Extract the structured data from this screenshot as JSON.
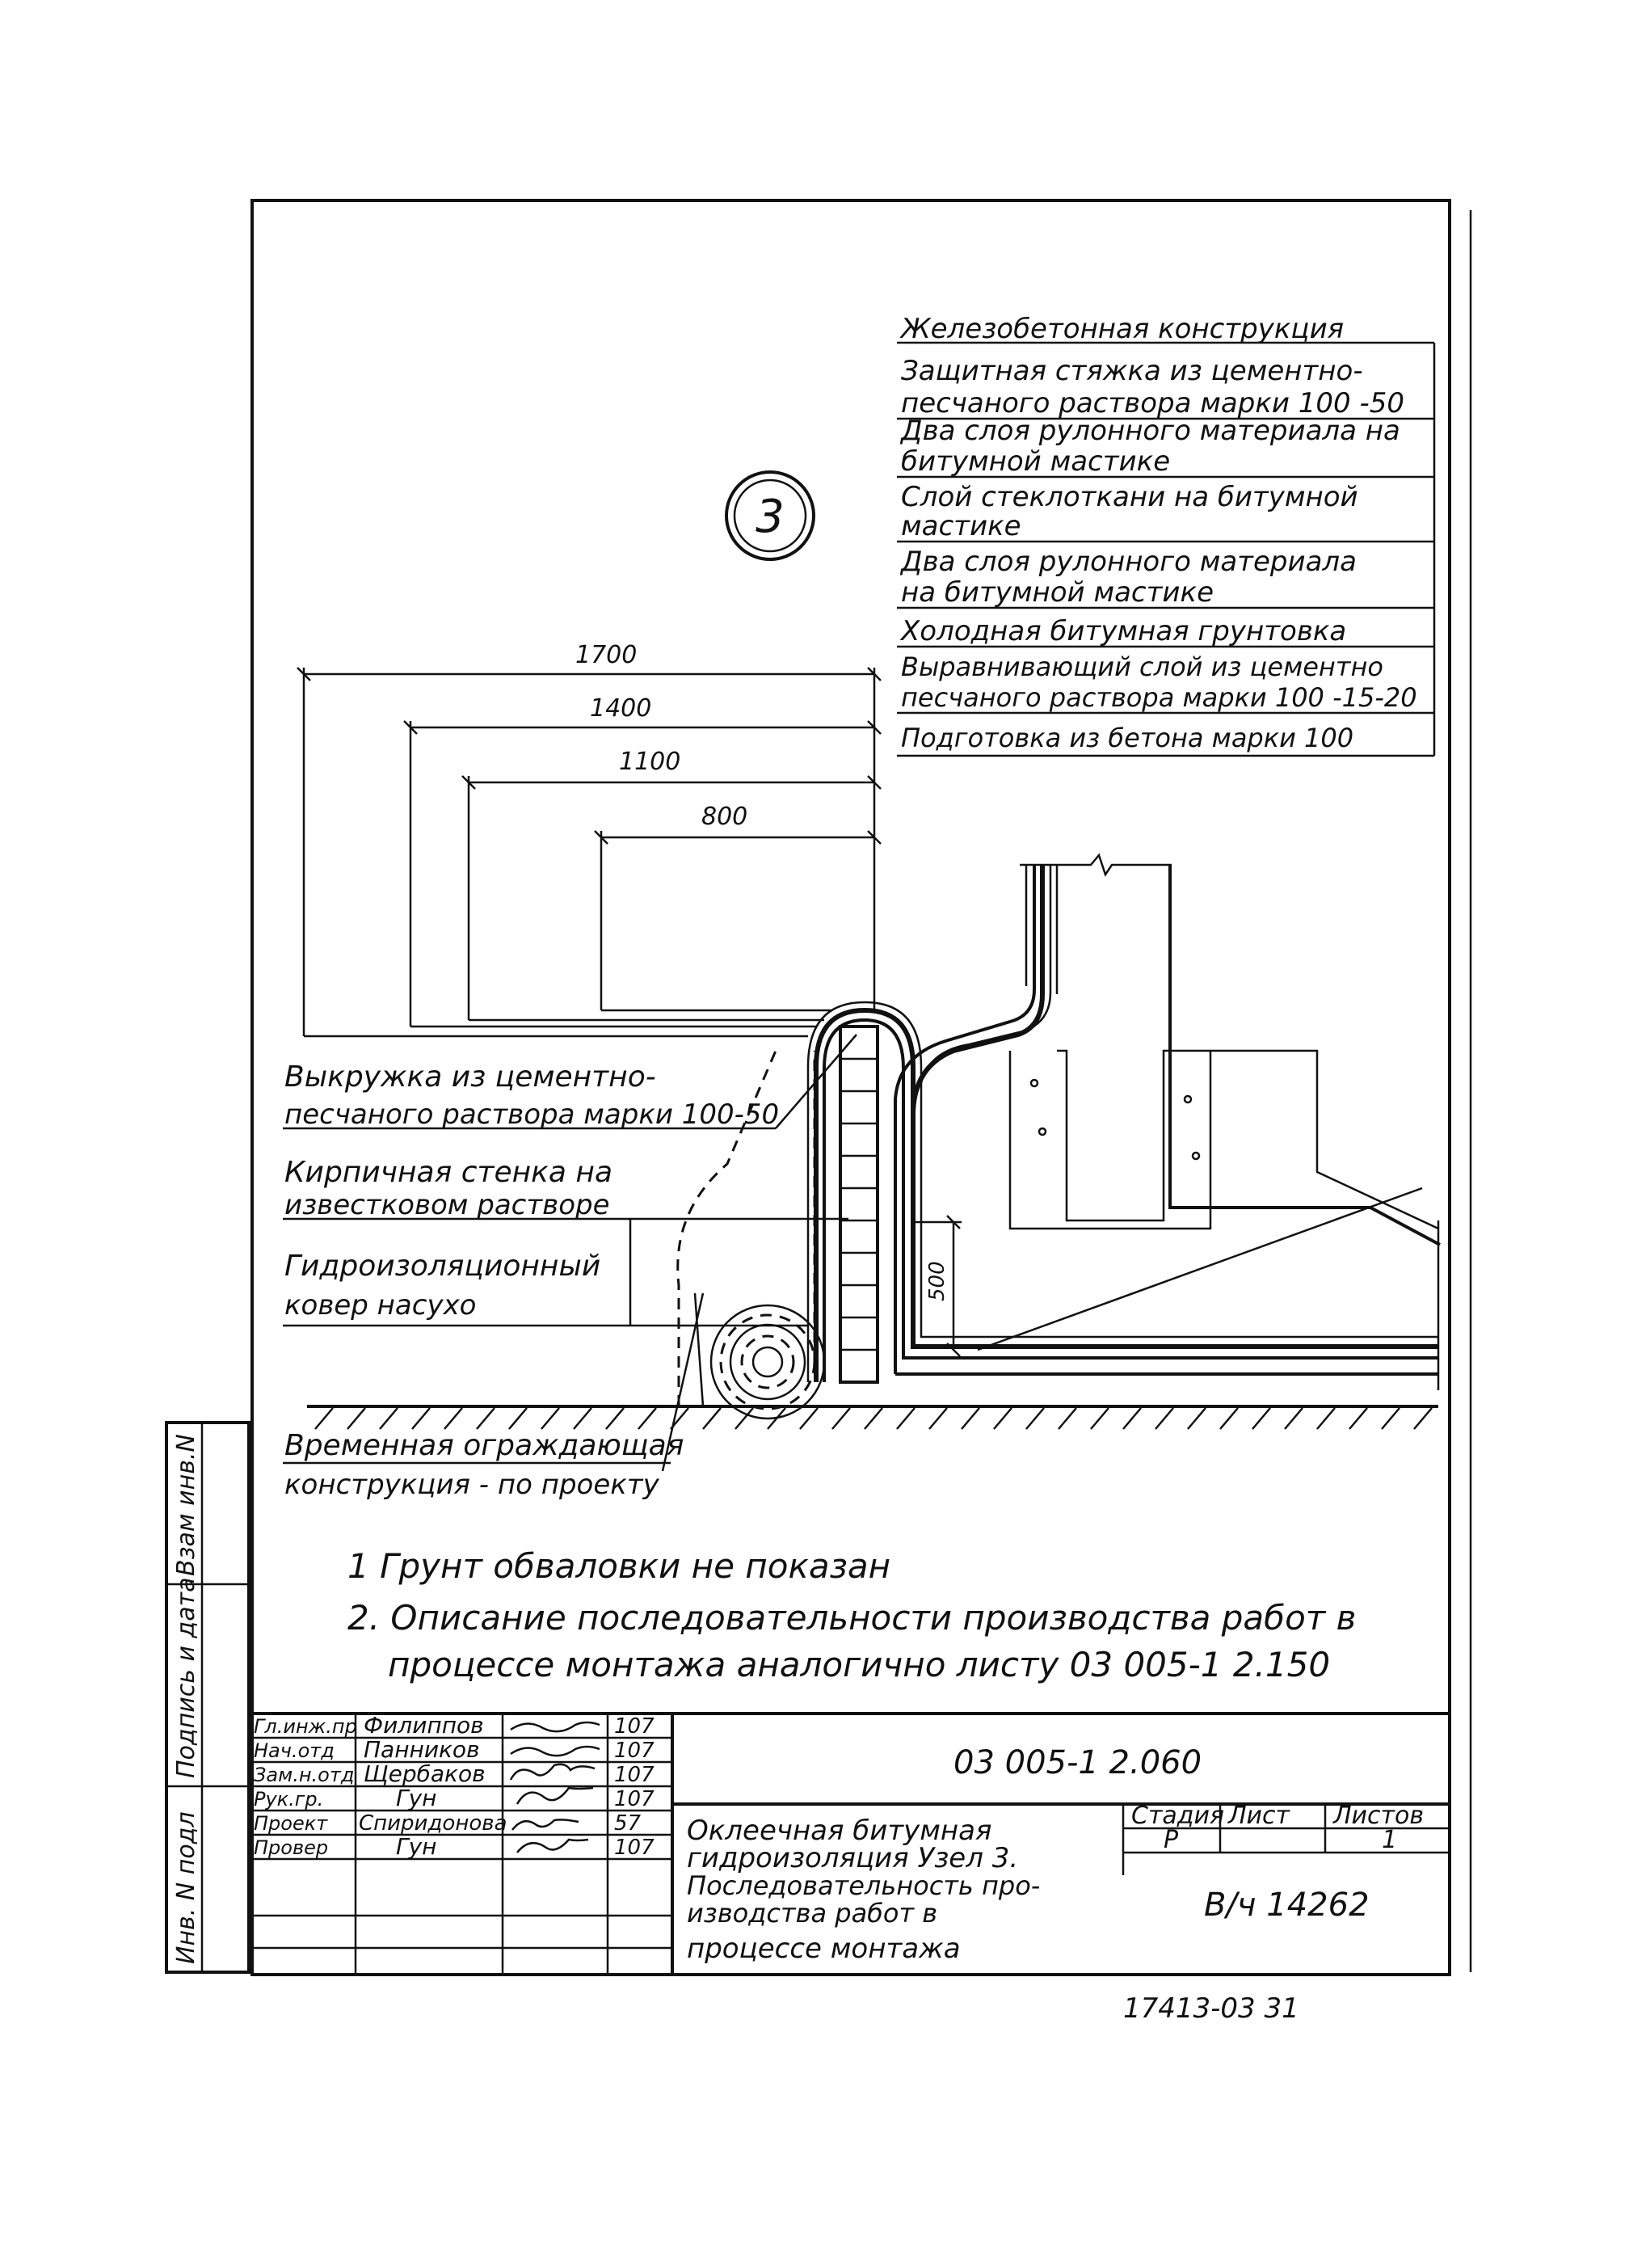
{
  "node_number": "3",
  "layers": [
    {
      "line1": "Железобетонная конструкция",
      "line2": ""
    },
    {
      "line1": "Защитная стяжка из цементно-",
      "line2": "песчаного раствора марки 100 -50"
    },
    {
      "line1": "Два слоя рулонного материала на",
      "line2": "битумной мастике"
    },
    {
      "line1": "Слой стеклоткани на битумной",
      "line2": "мастике"
    },
    {
      "line1": "Два слоя рулонного материала",
      "line2": "на битумной мастике"
    },
    {
      "line1": "Холодная битумная грунтовка",
      "line2": ""
    },
    {
      "line1": "Выравнивающий слой из цементно",
      "line2": "песчаного раствора марки 100 -15-20"
    },
    {
      "line1": "Подготовка из бетона марки 100",
      "line2": ""
    }
  ],
  "dimensions": {
    "d1700": "1700",
    "d1400": "1400",
    "d1100": "1100",
    "d800": "800",
    "d500": "500"
  },
  "callouts": {
    "fillet": {
      "line1": "Выкружка из цементно-",
      "line2": "песчаного раствора марки 100-50"
    },
    "brick_wall": {
      "line1": "Кирпичная стенка на",
      "line2": "известковом растворе"
    },
    "dry_carpet": {
      "line1": "Гидроизоляционный",
      "line2": "ковер насухо"
    },
    "temporary": {
      "line1": "Временная ограждающая",
      "line2": "конструкция - по проекту"
    }
  },
  "notes": {
    "n1": "1  Грунт обваловки не показан",
    "n2_line1": "2. Описание последовательности производства работ в",
    "n2_line2": "процессе монтажа аналогично листу 03 005-1 2.150"
  },
  "side_stamp": {
    "inv_orig": "Инв. N подл",
    "sign_date": "Подпись и дата",
    "vzam_inv": "Взам инв.N"
  },
  "title_block": {
    "doc_code": "03 005-1 2.060",
    "title_lines": [
      "Оклеечная битумная",
      "гидроизоляция  Узел 3.",
      "Последовательность про-",
      "изводства работ в",
      "процессе монтажа"
    ],
    "signatures": [
      {
        "role": "Гл.инж.пр",
        "name": "Филиппов",
        "date": "107"
      },
      {
        "role": "Нач.отд",
        "name": "Панников",
        "date": "107"
      },
      {
        "role": "Зам.н.отд",
        "name": "Щербаков",
        "date": "107"
      },
      {
        "role": "Рук.гр.",
        "name": "Гун",
        "date": "107"
      },
      {
        "role": "Проект",
        "name": "Спиридонова",
        "date": "57"
      },
      {
        "role": "Провер",
        "name": "Гун",
        "date": "107"
      }
    ],
    "stage_header": "Стадия",
    "sheet_header": "Лист",
    "sheets_header": "Листов",
    "stage": "Р",
    "sheets": "1",
    "org": "В/ч 14262"
  },
  "bottom_number": "17413-03   31",
  "colors": {
    "ink": "#111111",
    "paper": "#ffffff"
  }
}
